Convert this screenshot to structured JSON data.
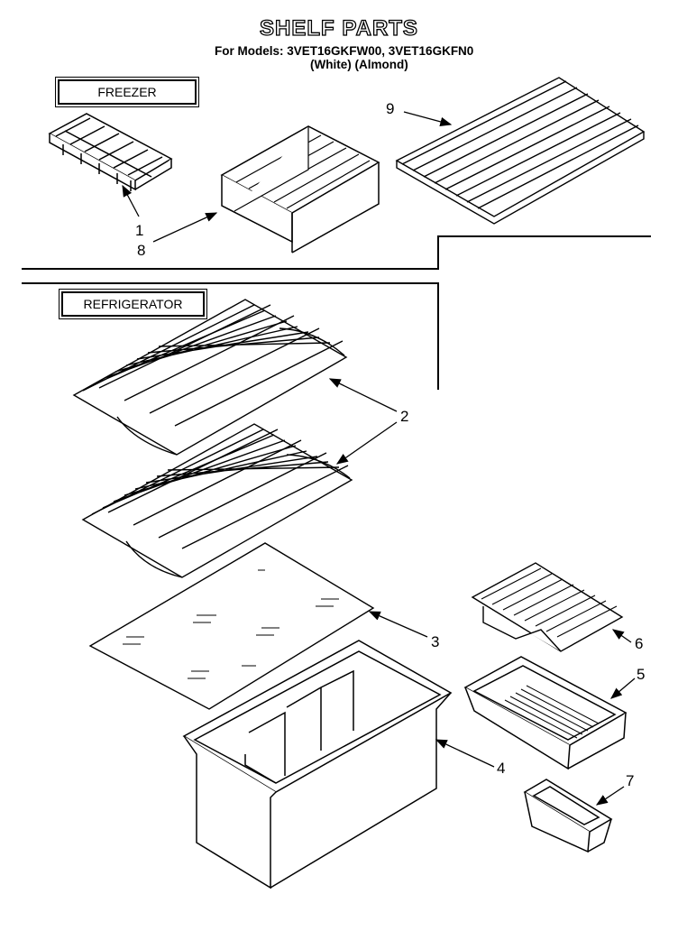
{
  "header": {
    "title": "SHELF PARTS",
    "models_line": "For Models: 3VET16GKFW00, 3VET16GKFN0",
    "colors_line": "(White)    (Almond)"
  },
  "sections": {
    "freezer": "FREEZER",
    "refrigerator": "REFRIGERATOR"
  },
  "callouts": [
    "1",
    "8",
    "9",
    "2",
    "3",
    "6",
    "5",
    "4",
    "7"
  ],
  "colors": {
    "line": "#000000",
    "background": "#ffffff"
  }
}
